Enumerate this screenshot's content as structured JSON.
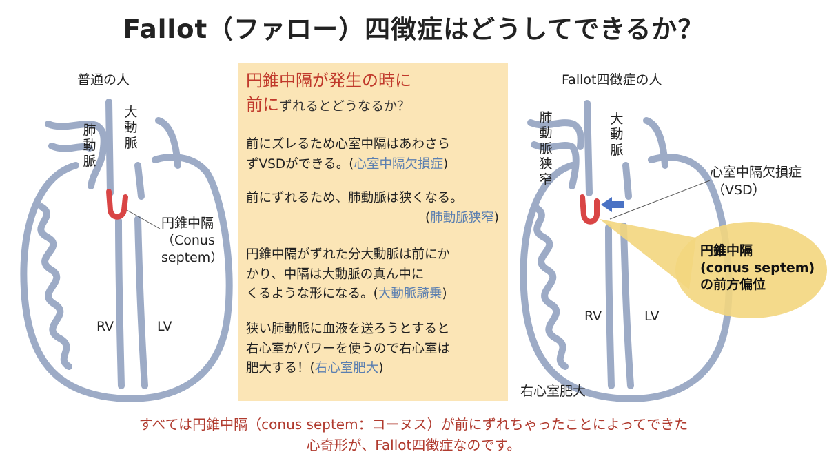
{
  "title": "Fallot（ファロー）四徴症はどうしてできるか？",
  "normal": {
    "heading": "普通の人",
    "aorta": "大動脈",
    "pulm": "肺動脈",
    "conus_line1": "円錐中隔",
    "conus_line2": "（Conus",
    "conus_line3": "septem）",
    "rv": "RV",
    "lv": "LV"
  },
  "fallot": {
    "heading": "Fallot四徴症の人",
    "aorta": "大動脈",
    "pulm": "肺動脈狭窄",
    "vsd_line1": "心室中隔欠損症",
    "vsd_line2": "（VSD）",
    "callout_line1": "円錐中隔",
    "callout_line2": "(conus septem)",
    "callout_line3": "の前方偏位",
    "rv": "RV",
    "lv": "LV",
    "rvh": "右心室肥大"
  },
  "box": {
    "head_line1": "円錐中隔が発生の時に",
    "head_line2_red": "前に",
    "head_line2_rest": "ずれるとどうなるか？",
    "p1_line1": "前にズレるため心室中隔はあわさら",
    "p1_line2": "ずVSDができる。(",
    "p1_term": "心室中隔欠損症",
    "p1_end": ")",
    "p2_line1": "前にずれるため、肺動脈は狭くなる。",
    "p2_open": "(",
    "p2_term": "肺動脈狭窄",
    "p2_end": ")",
    "p3_line1": "円錐中隔がずれた分大動脈は前にか",
    "p3_line2": "かり、中隔は大動脈の真ん中に",
    "p3_line3": "くるような形になる。(",
    "p3_term": "大動脈騎乗",
    "p3_end": ")",
    "p4_line1": "狭い肺動脈に血液を送ろうとすると",
    "p4_line2": "右心室がパワーを使うので右心室は",
    "p4_line3": "肥大する！(",
    "p4_term": "右心室肥大",
    "p4_end": ")"
  },
  "bottom": {
    "line1": "すべては円錐中隔（conus septem：コーヌス）が前にずれちゃったことによってできた",
    "line2": "心奇形が、Fallot四徴症なのです。"
  },
  "colors": {
    "vessel": "#8c9dbd",
    "septum_red": "#d94545",
    "box_bg": "#fbe5b6",
    "callout": "#f3d67e",
    "arrow": "#4a72c4",
    "bottom_text": "#b03a2e",
    "term_blue": "#5b7fb0"
  }
}
